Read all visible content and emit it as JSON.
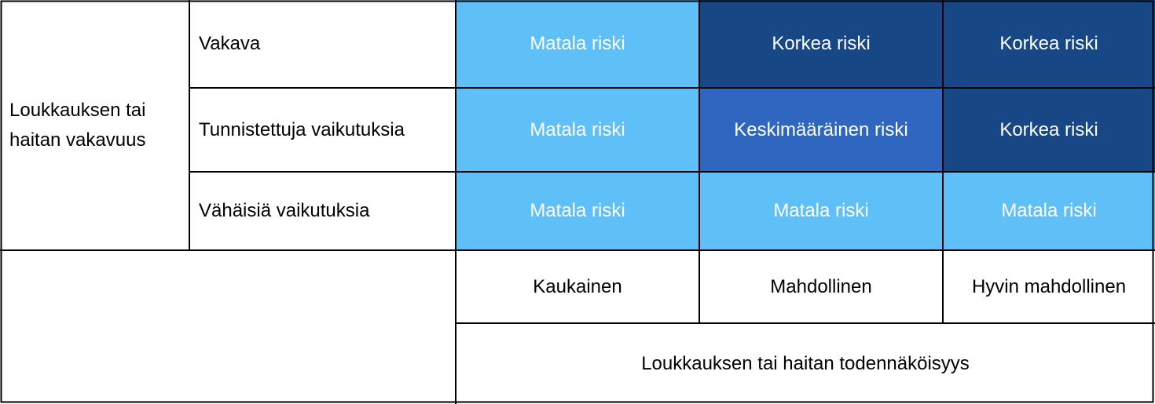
{
  "severity_axis": {
    "title_line1": "Loukkauksen tai",
    "title_line2": "haitan vakavuus",
    "levels": [
      "Vakava",
      "Tunnistettuja vaikutuksia",
      "Vähäisiä vaikutuksia"
    ]
  },
  "probability_axis": {
    "title": "Loukkauksen tai haitan todennäköisyys",
    "levels": [
      "Kaukainen",
      "Mahdollinen",
      "Hyvin mahdollinen"
    ]
  },
  "matrix": [
    [
      "Matala riski",
      "Korkea riski",
      "Korkea riski"
    ],
    [
      "Matala riski",
      "Keskimääräinen riski",
      "Korkea riski"
    ],
    [
      "Matala riski",
      "Matala riski",
      "Matala riski"
    ]
  ],
  "colors": {
    "low": "#5fbff7",
    "medium": "#2f66c0",
    "high": "#174785"
  },
  "matrix_levels": [
    [
      "low",
      "high",
      "high"
    ],
    [
      "low",
      "medium",
      "high"
    ],
    [
      "low",
      "low",
      "low"
    ]
  ]
}
